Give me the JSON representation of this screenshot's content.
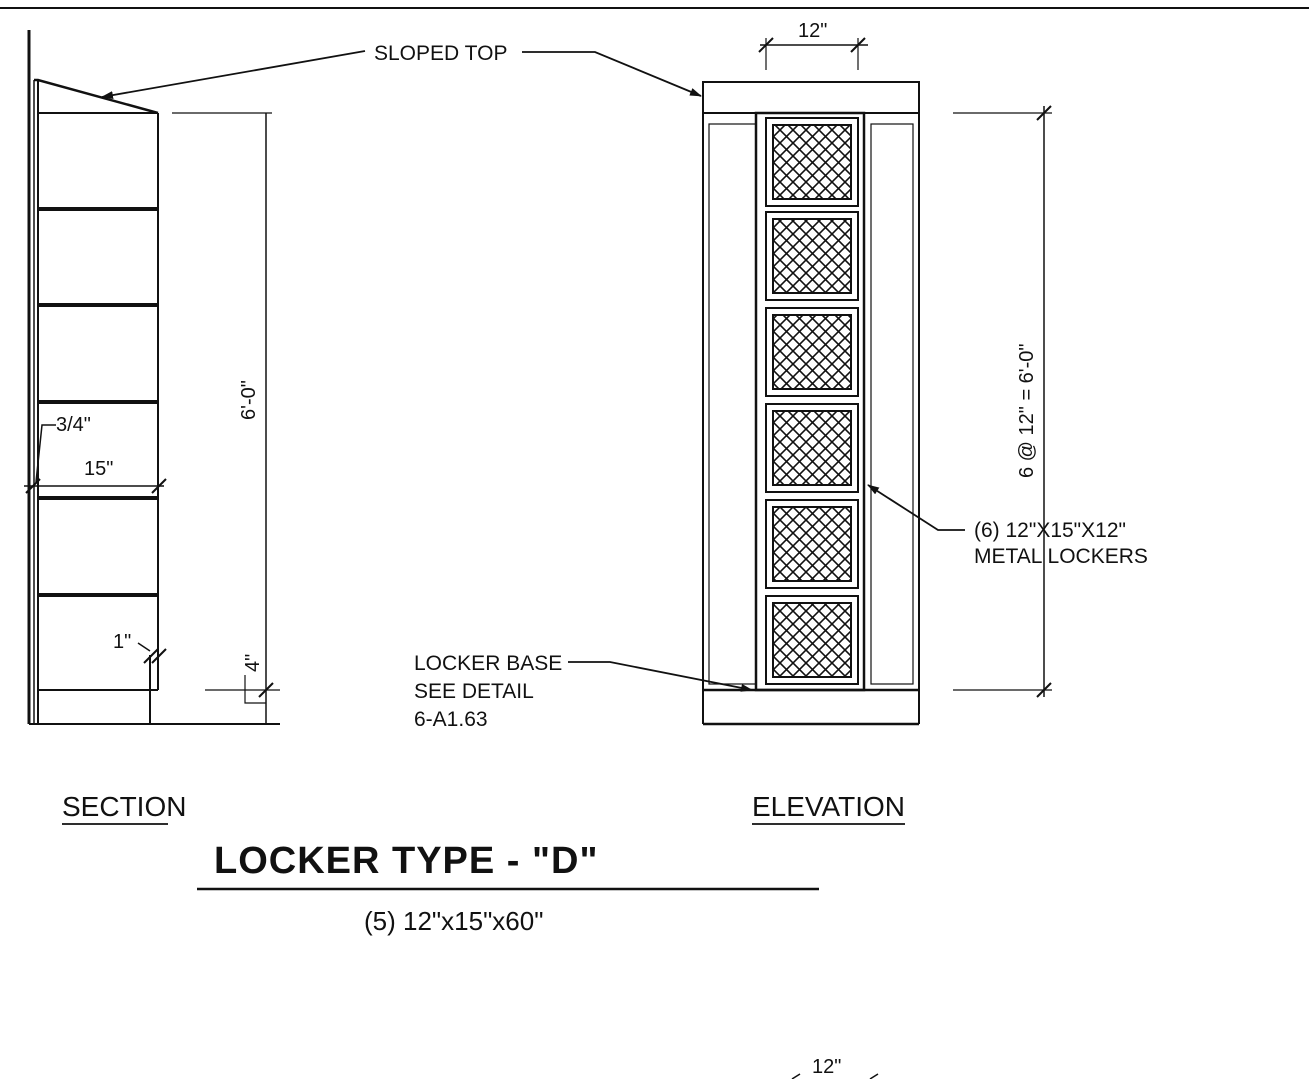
{
  "labels": {
    "sloped_top": "SLOPED TOP",
    "locker_base_line1": "LOCKER BASE",
    "locker_base_line2": "SEE DETAIL",
    "locker_base_line3": "6-A1.63",
    "metal_lockers_line1": "(6)  12\"X15\"X12\"",
    "metal_lockers_line2": "METAL  LOCKERS"
  },
  "dimensions": {
    "width_top": "12\"",
    "section_height": "6'-0\"",
    "shelf_thickness": "3/4\"",
    "depth": "15\"",
    "gap": "1\"",
    "base_height": "4\"",
    "elevation_height": "6 @ 12\"  =  6'-0\"",
    "width_bottom_partial": "12\""
  },
  "views": {
    "section": "SECTION",
    "elevation": "ELEVATION"
  },
  "title": {
    "main": "LOCKER  TYPE  -  \"D\"",
    "subtitle": "(5)  12\"x15\"x60\""
  }
}
